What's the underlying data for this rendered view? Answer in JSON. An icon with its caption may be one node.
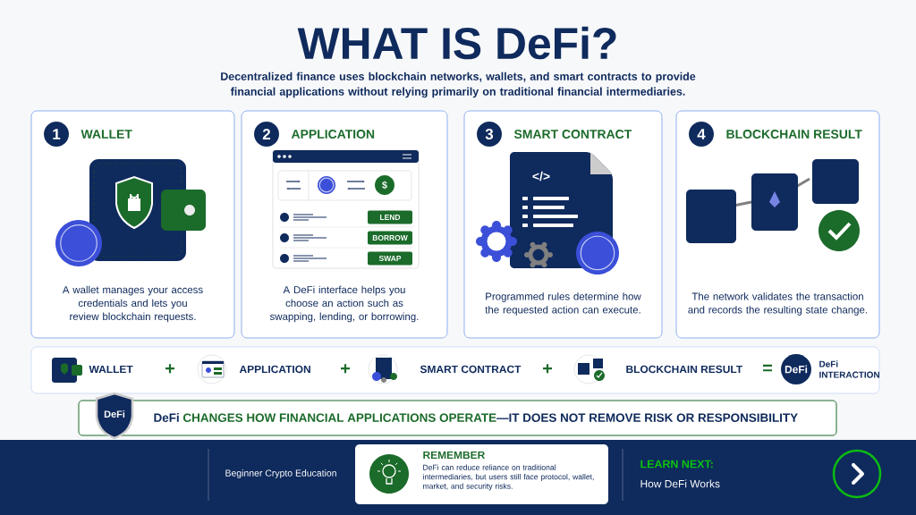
{
  "diagram": {
    "title": "WHAT IS DeFi?",
    "nodes": [
      {
        "text": [
          "1",
          "WALLET",
          "A wallet manages your access credentials and lets you review blockchain requests."
        ]
      },
      {
        "text": [
          "2",
          "APPLICATION",
          "A DeFi interface helps you choose an action such as swapping, lending, or borrowing."
        ]
      },
      {
        "text": [
          "3",
          "SMART CONTRACT",
          "Programmed rules determine how the requested action can execute."
        ]
      },
      {
        "text": [
          "4",
          "BLOCKCHAIN RESULT",
          "The network validates the transaction and records the resulting state change."
        ]
      },
      {
        "text": [
          "REMEMBER",
          "DeFi can reduce reliance on traditional intermediaries, but users still face protocol, wallet, market, and security risks."
        ]
      }
    ],
    "labels": [
      "Decentralized finance uses blockchain networks, wallets, and smart contracts to provide financial applications without relying primarily on traditional financial intermediaries.",
      "$",
      "LEND",
      "BORROW",
      "SWAP",
      "</>",
      "WALLET",
      "+",
      "APPLICATION",
      "+",
      "SMART CONTRACT",
      "+",
      "BLOCKCHAIN RESULT",
      "=",
      "DeFi",
      "DeFi INTERACTION",
      "DeFi",
      "DeFi",
      "CHANGES HOW FINANCIAL APPLICATIONS OPERATE",
      "—IT DOES NOT REMOVE RISK OR RESPONSIBILITY",
      "Beginner Crypto Education",
      "LEARN NEXT:",
      "How DeFi Works"
    ]
  }
}
